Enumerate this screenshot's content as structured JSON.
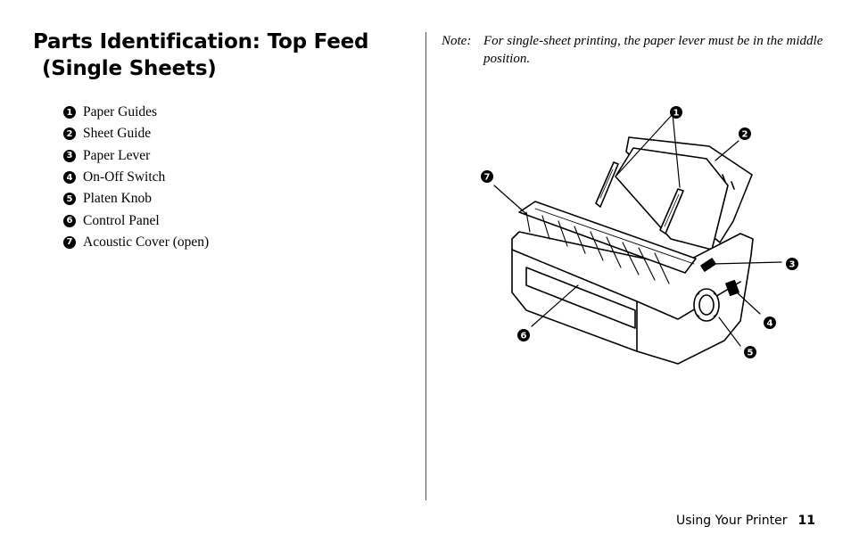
{
  "page": {
    "title_line1": "Parts Identification: Top Feed",
    "title_line2": "(Single Sheets)"
  },
  "parts": [
    {
      "num": "1",
      "label": "Paper Guides"
    },
    {
      "num": "2",
      "label": "Sheet Guide"
    },
    {
      "num": "3",
      "label": "Paper Lever"
    },
    {
      "num": "4",
      "label": "On-Off Switch"
    },
    {
      "num": "5",
      "label": "Platen Knob"
    },
    {
      "num": "6",
      "label": "Control Panel"
    },
    {
      "num": "7",
      "label": "Acoustic Cover (open)"
    }
  ],
  "note": {
    "label": "Note:",
    "text": "For single-sheet printing, the paper lever must be in the middle position."
  },
  "footer": {
    "section": "Using Your Printer",
    "page_number": "11"
  }
}
